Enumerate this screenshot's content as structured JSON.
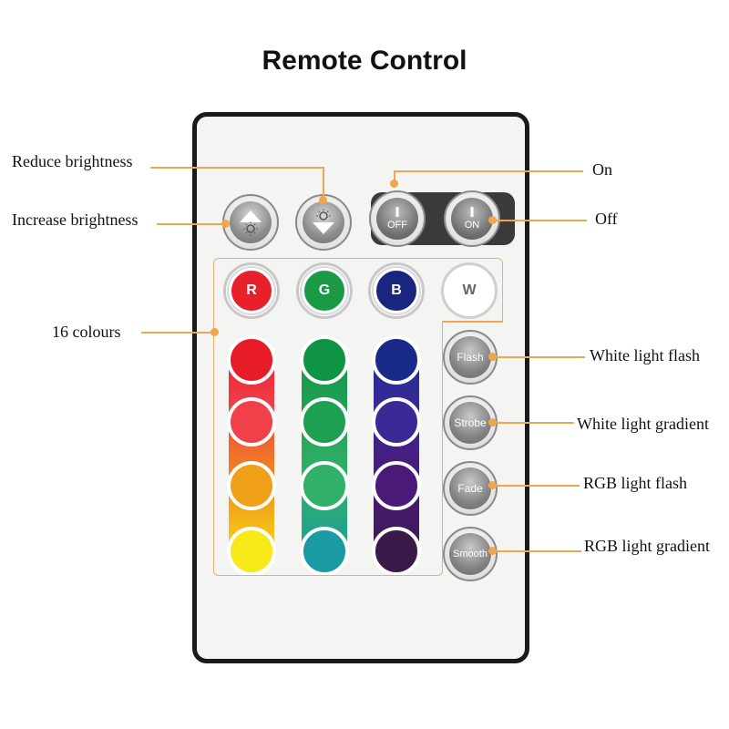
{
  "title": "Remote Control",
  "labels": {
    "reduce_brightness": "Reduce brightness",
    "increase_brightness": "Increase brightness",
    "on": "On",
    "off": "Off",
    "colours": "16 colours",
    "white_flash": "White light flash",
    "white_gradient": "White light gradient",
    "rgb_flash": "RGB light flash",
    "rgb_gradient": "RGB light gradient"
  },
  "buttons": {
    "off_label": "OFF",
    "on_label": "ON",
    "r": "R",
    "g": "G",
    "b": "B",
    "w": "W",
    "flash": "Flash",
    "strobe": "Strobe",
    "fade": "Fade",
    "smooth": "Smooth"
  },
  "colors": {
    "accent": "#f0a64a",
    "remote_border": "#1a1a1a",
    "red": "#e8202a",
    "green": "#1a9a44",
    "blue": "#1a2580",
    "red_column": [
      "#e81c26",
      "#f0404a",
      "#f08a1a",
      "#f8e818"
    ],
    "green_column": [
      "#0e9444",
      "#22a056",
      "#30b06a",
      "#1a9aa0"
    ],
    "blue_column": [
      "#1a2a88",
      "#3a2a98",
      "#4a1a78",
      "#3a1a48"
    ]
  }
}
